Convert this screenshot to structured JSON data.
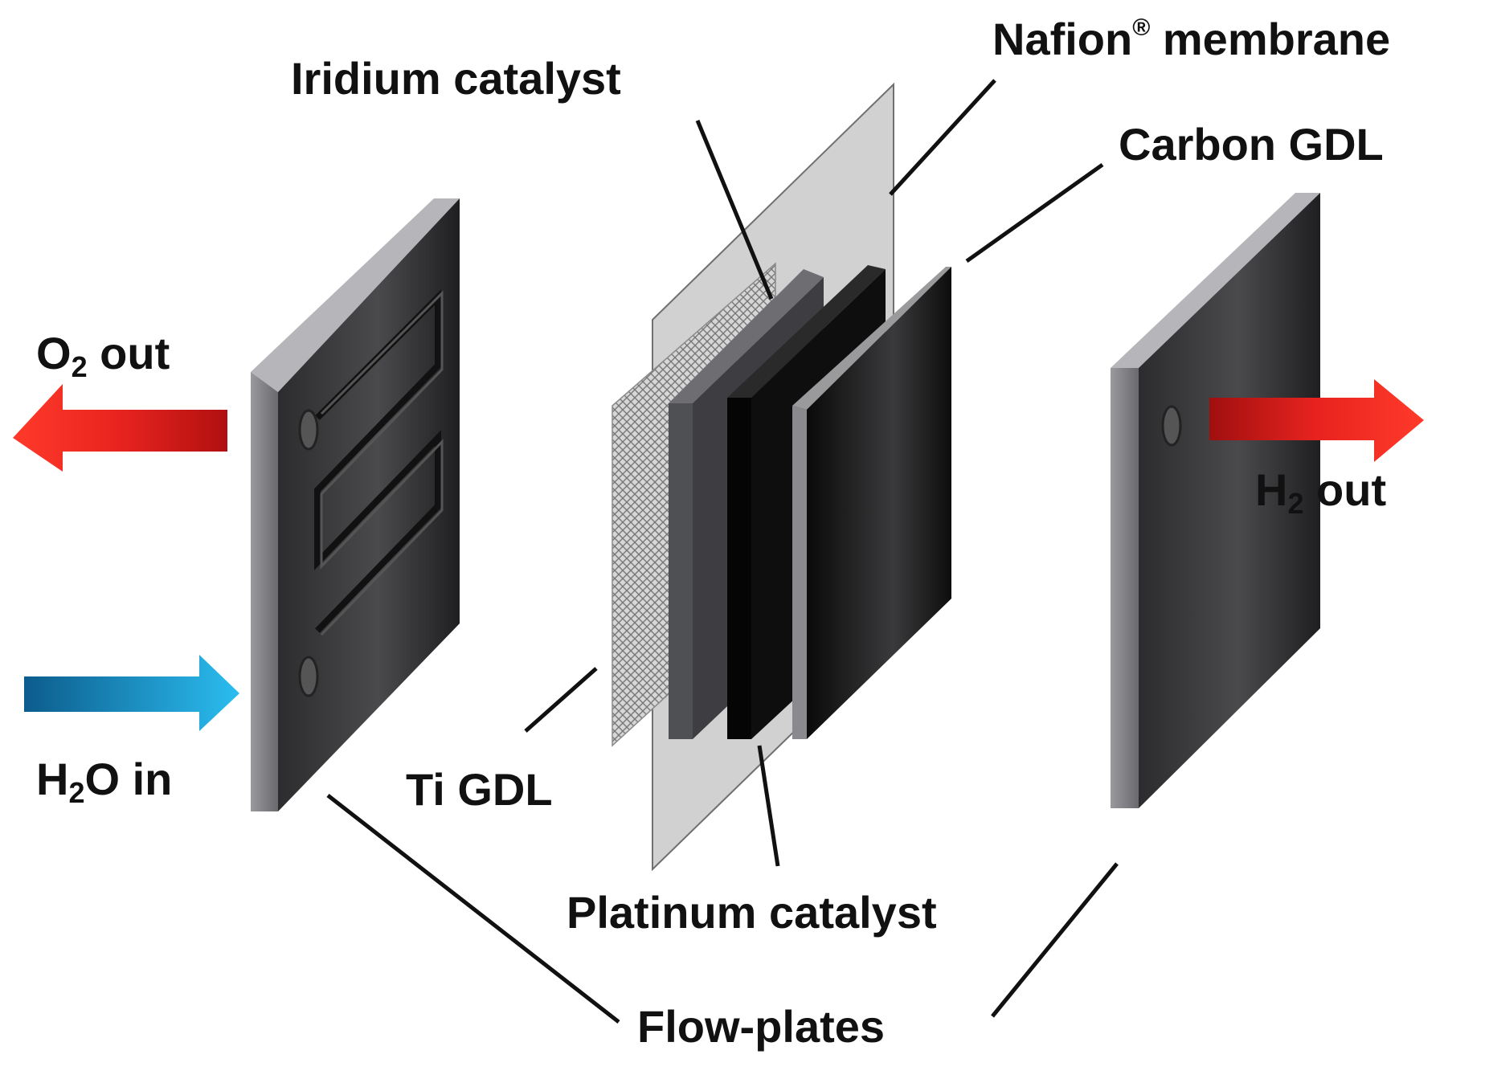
{
  "diagram": {
    "labels": {
      "iridium_catalyst": "Iridium catalyst",
      "nafion_membrane": "Nafion",
      "nafion_mark": "®",
      "nafion_suffix": " membrane",
      "carbon_gdl": "Carbon GDL",
      "ti_gdl": "Ti GDL",
      "platinum_catalyst": "Platinum catalyst",
      "flow_plates": "Flow-plates",
      "o2_out": {
        "main": "O",
        "sub": "2",
        "tail": " out"
      },
      "h2_out": {
        "main": "H",
        "sub": "2",
        "tail": " out"
      },
      "h2o_in": {
        "main": "H",
        "sub": "2",
        "tail": "O in"
      }
    },
    "colors": {
      "outflow_arrow": "#e8231f",
      "inflow_arrow": "#1aa6dd",
      "plate_face": "#3a3a3c",
      "plate_edge": "#8a8a8e",
      "membrane": "#c8c8c8"
    }
  }
}
